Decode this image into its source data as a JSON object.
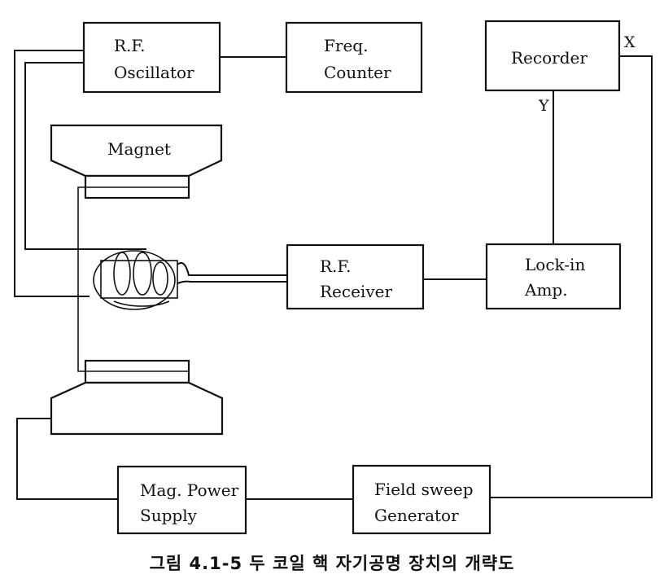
{
  "diagram": {
    "title": "NMR two-coil apparatus schematic",
    "blocks": {
      "rf_oscillator": {
        "line1": "R.F.",
        "line2": "Oscillator"
      },
      "freq_counter": {
        "line1": "Freq.",
        "line2": "Counter"
      },
      "recorder": {
        "line1": "Recorder"
      },
      "magnet": {
        "line1": "Magnet"
      },
      "rf_receiver": {
        "line1": "R.F.",
        "line2": "Receiver"
      },
      "lockin_amp": {
        "line1": "Lock-in",
        "line2": "Amp."
      },
      "mag_power_supply": {
        "line1": "Mag. Power",
        "line2": "Supply"
      },
      "field_sweep_generator": {
        "line1": "Field sweep",
        "line2": "Generator"
      }
    },
    "ports": {
      "recorder_x": "X",
      "recorder_y": "Y"
    },
    "connections": [
      {
        "from": "R.F. Oscillator",
        "to": "Freq. Counter"
      },
      {
        "from": "R.F. Oscillator",
        "to": "Transmitter coil"
      },
      {
        "from": "Receiver coil",
        "to": "R.F. Receiver"
      },
      {
        "from": "R.F. Receiver",
        "to": "Lock-in Amp."
      },
      {
        "from": "Lock-in Amp.",
        "to": "Recorder Y"
      },
      {
        "from": "Recorder X",
        "to": "Field sweep Generator"
      },
      {
        "from": "Field sweep Generator",
        "to": "Mag. Power Supply"
      },
      {
        "from": "Mag. Power Supply",
        "to": "Magnet"
      }
    ]
  },
  "caption": "그림 4.1-5  두 코일 핵 자기공명 장치의 개략도"
}
